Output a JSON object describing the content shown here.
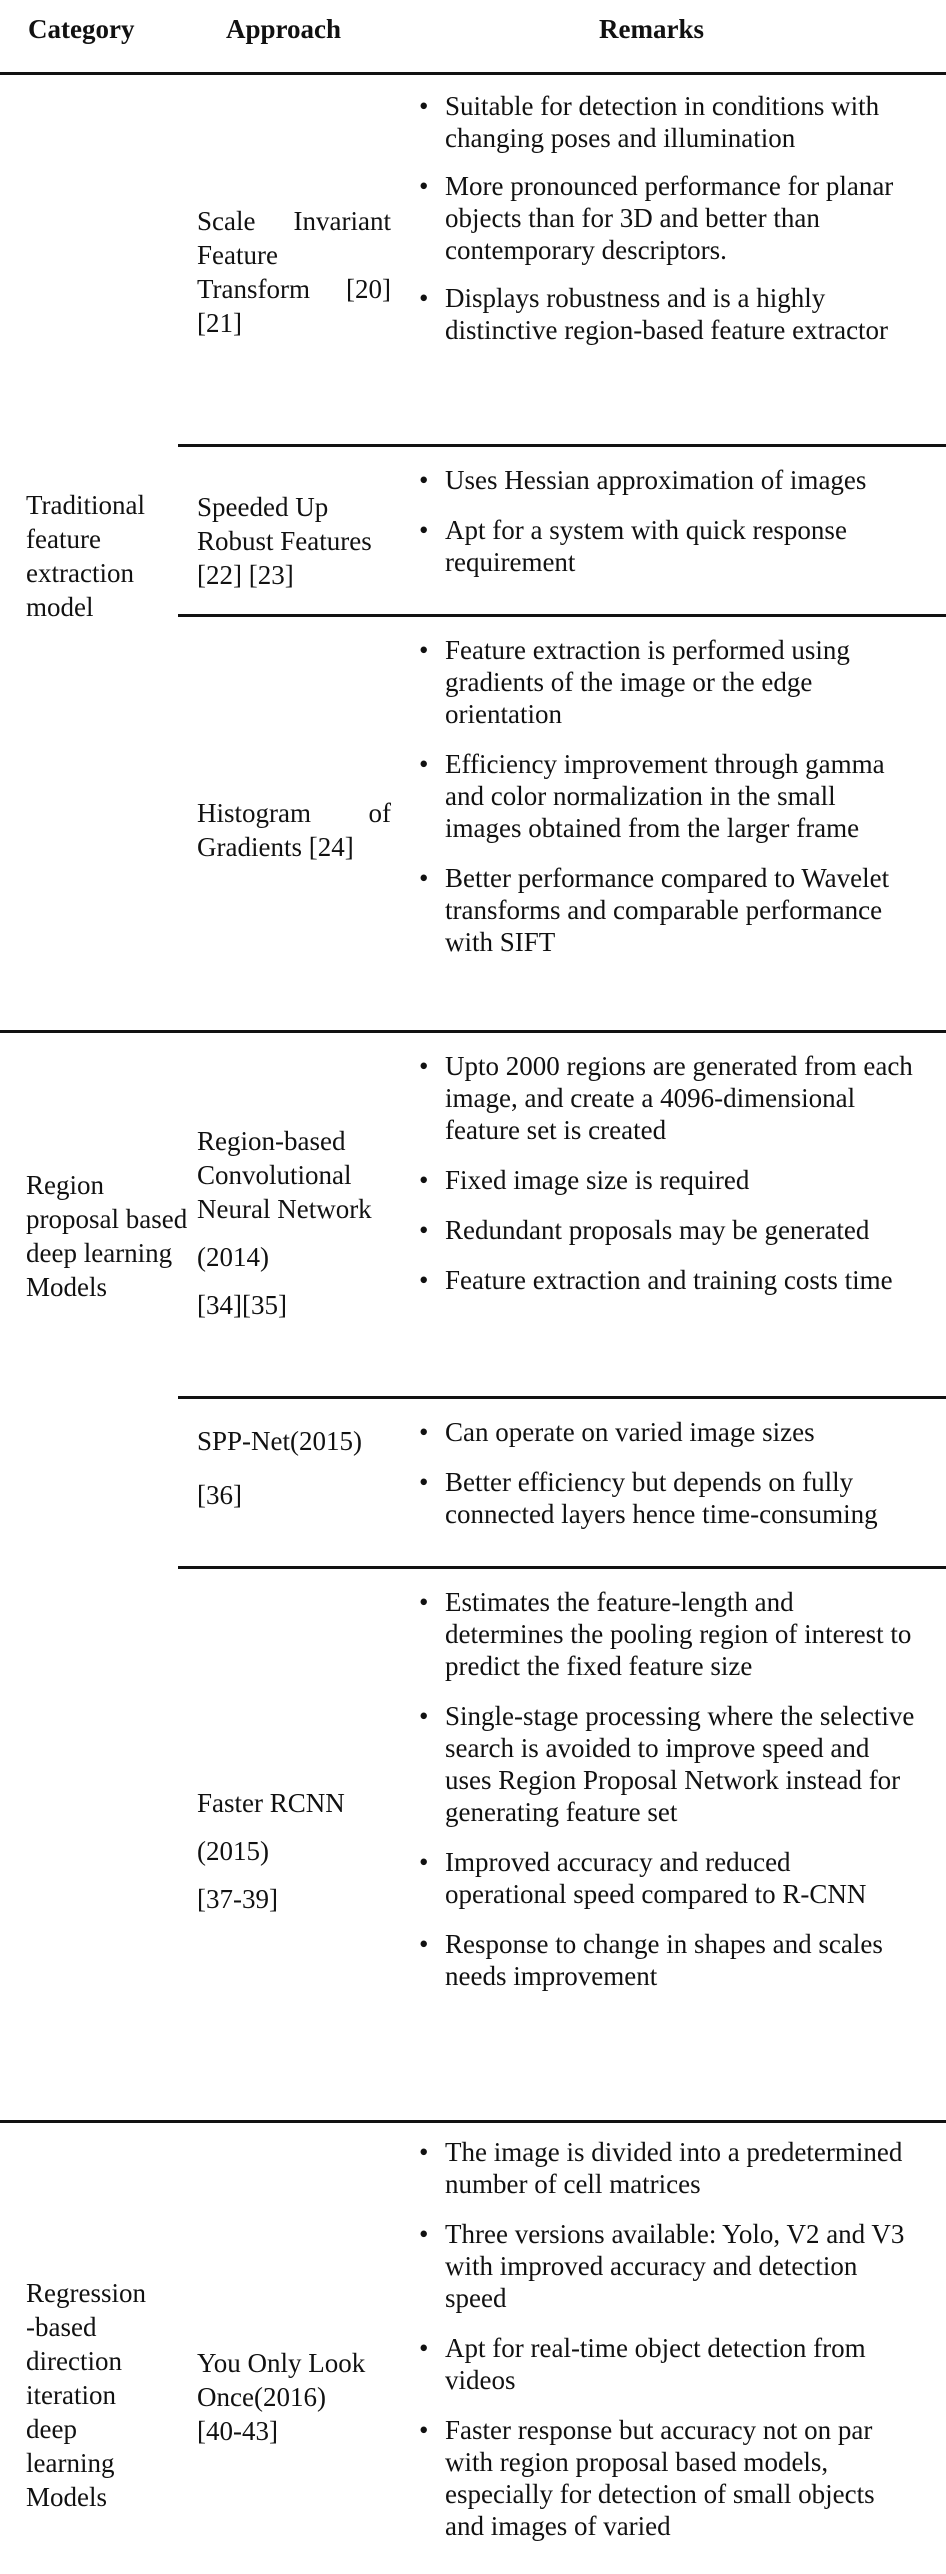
{
  "header": {
    "category": "Category",
    "approach": "Approach",
    "remarks": "Remarks"
  },
  "groups": [
    {
      "category": "Traditional feature extraction model",
      "rows": [
        {
          "approach": "Scale Invariant Feature Transform [20] [21]",
          "remarks": [
            "Suitable for detection in conditions with changing poses and illumination",
            "More pronounced performance for planar objects than for 3D and better than contemporary descriptors.",
            "Displays robustness and is a highly distinctive region-based feature extractor"
          ]
        },
        {
          "approach": "Speeded Up Robust Features [22] [23]",
          "remarks": [
            "Uses Hessian approximation of images",
            "Apt for a system with quick response requirement"
          ]
        },
        {
          "approach": "Histogram of Gradients [24]",
          "remarks": [
            "Feature extraction is performed using gradients of the image or the edge orientation",
            "Efficiency improvement through gamma and color normalization in the small images obtained from the larger frame",
            "Better performance compared to Wavelet transforms and comparable performance with SIFT"
          ]
        }
      ]
    },
    {
      "category": "Region proposal based deep learning Models",
      "rows": [
        {
          "approach": "Region-based Convolutional Neural Network (2014) [34][35]",
          "remarks": [
            "Upto 2000 regions are generated from each image, and create a 4096-dimensional feature set is created",
            "Fixed image size is required",
            "Redundant proposals may be generated",
            "Feature extraction and training costs time"
          ]
        },
        {
          "approach": "SPP-Net(2015) [36]",
          "remarks": [
            "Can operate on varied image sizes",
            "Better efficiency but depends on fully connected layers hence time-consuming"
          ]
        },
        {
          "approach": "Faster RCNN (2015) [37-39]",
          "remarks": [
            "Estimates the feature-length and determines the pooling region of interest to predict the fixed feature size",
            "Single-stage processing where the selective search is avoided to improve speed and uses Region Proposal Network instead for generating feature set",
            "Improved accuracy and reduced operational speed compared to R-CNN",
            "Response to change in shapes and scales needs improvement"
          ]
        }
      ]
    },
    {
      "category": "Regression-based direction iteration deep learning Models",
      "rows": [
        {
          "approach": "You Only Look Once(2016) [40-43]",
          "remarks": [
            "The image is divided into a predetermined number of cell matrices",
            "Three versions available: Yolo, V2 and V3 with improved accuracy and detection speed",
            "Apt for real-time object detection from videos",
            "Faster response but accuracy not on par with region proposal based models, especially for detection of small objects and images of varied"
          ]
        }
      ]
    }
  ]
}
